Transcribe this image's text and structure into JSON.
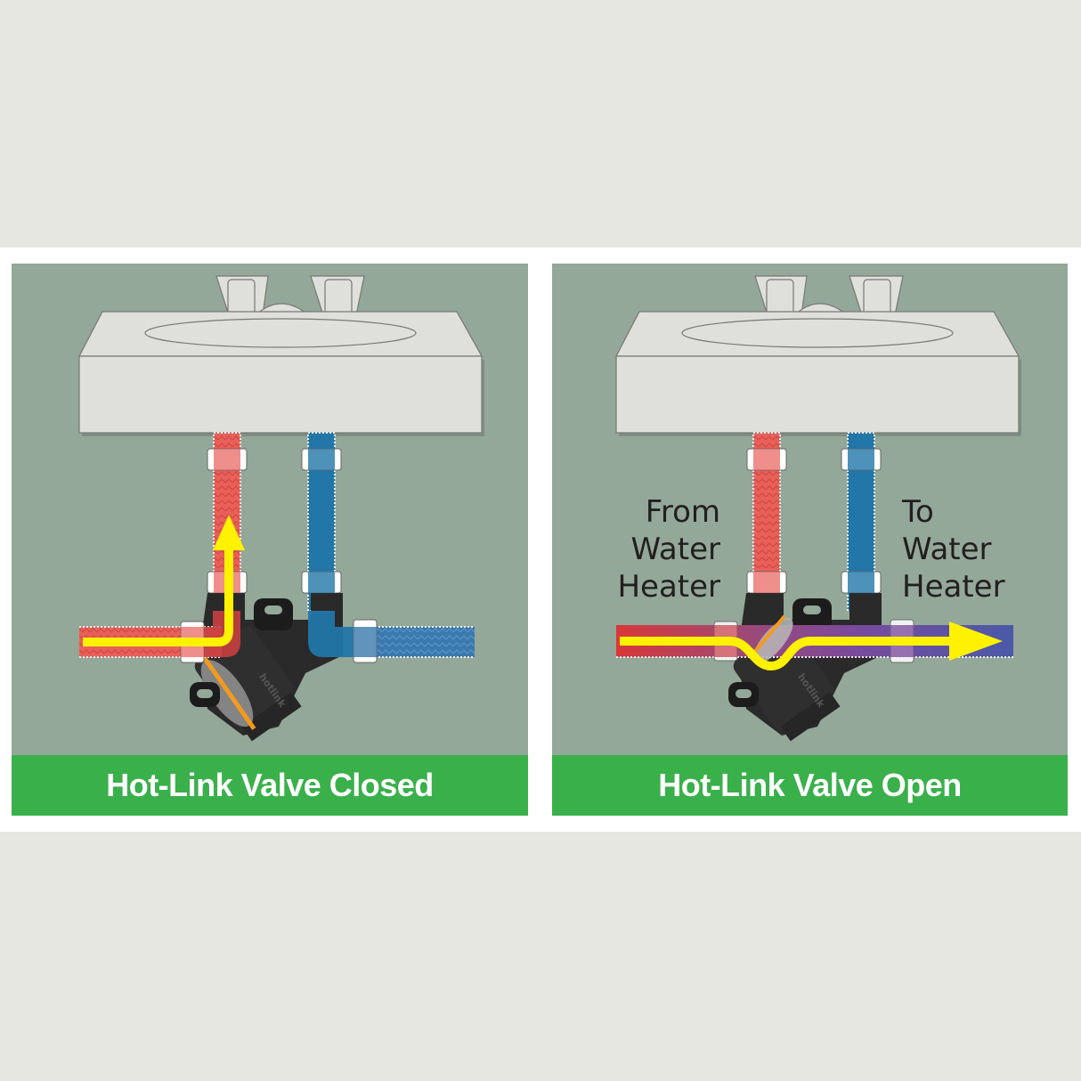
{
  "panels": [
    {
      "id": "closed",
      "caption": "Hot-Link Valve Closed",
      "state": "closed"
    },
    {
      "id": "open",
      "caption": "Hot-Link Valve Open",
      "state": "open",
      "labels": {
        "from": [
          "From",
          "Water",
          "Heater"
        ],
        "to": [
          "To",
          "Water",
          "Heater"
        ]
      }
    }
  ],
  "colors": {
    "page_background": "#e7e7e2",
    "band_background": "#ffffff",
    "panel_background": "#93a898",
    "caption_background": "#3ab04b",
    "caption_text": "#ffffff",
    "sink": "#dfe0db",
    "hot_pipe": "#e8605a",
    "cold_pipe": "#2276a8",
    "mixed_pipe": "#7a4a9c",
    "flow_arrow": "#fff200",
    "valve_body": "#2a2a2a",
    "valve_seal": "#f39a1e"
  }
}
